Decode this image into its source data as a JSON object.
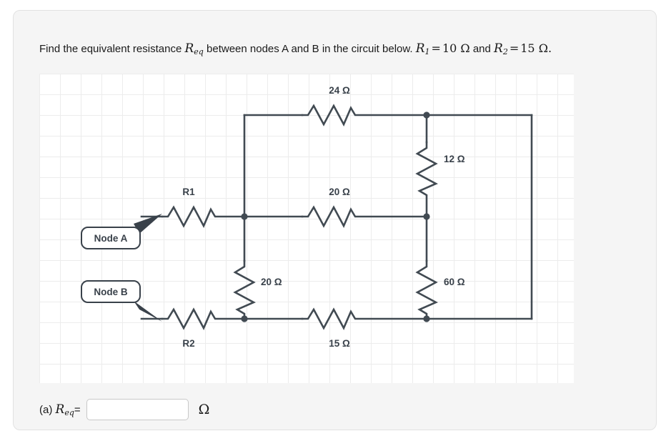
{
  "question": {
    "lead": "Find the equivalent resistance",
    "var_eq": "R",
    "var_eq_sub": "eq",
    "middle": "between nodes A and B in the circuit below.",
    "r1_var": "R",
    "r1_sub": "1",
    "eq1": "=",
    "r1_value": "10 Ω",
    "and": "and",
    "r2_var": "R",
    "r2_sub": "2",
    "eq2": "=",
    "r2_value": "15 Ω",
    "period": "."
  },
  "circuit": {
    "title": "resistor-network-diagram",
    "wire_color": "#414a52",
    "grid_color": "#ececec",
    "node_callouts": [
      {
        "id": "node-a",
        "label": "Node A"
      },
      {
        "id": "node-b",
        "label": "Node B"
      }
    ],
    "resistors": [
      {
        "id": "r1",
        "label": "R1",
        "orientation": "horizontal"
      },
      {
        "id": "r2",
        "label": "R2",
        "orientation": "horizontal"
      },
      {
        "id": "r-top-24",
        "label": "24 Ω",
        "orientation": "horizontal"
      },
      {
        "id": "r-mid-20",
        "label": "20 Ω",
        "orientation": "horizontal"
      },
      {
        "id": "r-bottom-15",
        "label": "15 Ω",
        "orientation": "horizontal"
      },
      {
        "id": "r-left-vert-20",
        "label": "20 Ω",
        "orientation": "vertical"
      },
      {
        "id": "r-right-upper-12",
        "label": "12 Ω",
        "orientation": "vertical"
      },
      {
        "id": "r-right-lower-60",
        "label": "60 Ω",
        "orientation": "vertical"
      }
    ]
  },
  "answer": {
    "part_label": "(a)",
    "var": "R",
    "var_sub": "eq",
    "equals": "=",
    "value": "",
    "placeholder": "",
    "unit": "Ω"
  }
}
